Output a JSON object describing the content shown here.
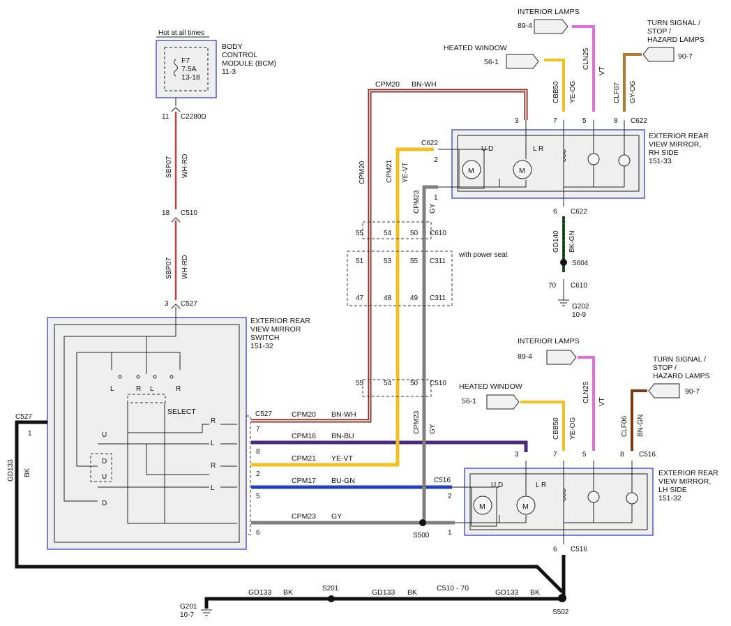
{
  "bcm": {
    "hot_label": "Hot at all times",
    "title_line1": "BODY",
    "title_line2": "CONTROL",
    "title_line3": "MODULE (BCM)",
    "ref": "11-3",
    "fuse_name": "F7",
    "fuse_rating": "7.5A",
    "fuse_ref": "13-18"
  },
  "upper_feed": {
    "pin_c2280d": "11",
    "c2280d": "C2280D",
    "circuit1": "SBP07",
    "color1": "WH-RD",
    "pin_c510": "18",
    "c510": "C510",
    "circuit2": "SBP07",
    "color2": "WH-RD",
    "pin_c527": "3",
    "c527": "C527"
  },
  "rh_mirror": {
    "title1": "EXTERIOR REAR",
    "title2": "VIEW MIRROR,",
    "title3": "RH SIDE",
    "ref": "151-33",
    "c622": "C622",
    "c622_left": "C622",
    "pin2": "2",
    "pin1": "1",
    "pin3": "3",
    "pin7": "7",
    "pin5": "5",
    "pin8": "8",
    "pin6": "6",
    "ud": "U D",
    "lr": "L R",
    "motor": "M",
    "motor2": "M"
  },
  "rh_top": {
    "interior_lamps": "INTERIOR LAMPS",
    "interior_ref": "89-4",
    "heated_window": "HEATED WINDOW",
    "heated_ref": "56-1",
    "turn1": "TURN SIGNAL /",
    "turn2": "STOP /",
    "turn3": "HAZARD LAMPS",
    "turn_ref": "90-7",
    "cbb50": "CBB50",
    "ye_og": "YE-OG",
    "cln25": "CLN25",
    "vt": "VT",
    "clf07": "CLF07",
    "gy_og": "GY-OG"
  },
  "rh_ground": {
    "c622": "C622",
    "gd140": "GD140",
    "bk_gn": "BK-GN",
    "s604": "S604",
    "pin70": "70",
    "c610": "C610",
    "g202": "G202",
    "g202_ref": "10-9"
  },
  "left_wires": {
    "cpm20": "CPM20",
    "bn_wh": "BN-WH",
    "cpm21": "CPM21",
    "ye_vt": "YE-VT",
    "cpm23": "CPM23",
    "gy": "GY"
  },
  "connectors": {
    "c610_top": "C610",
    "c311_a": "C311",
    "c311_b": "C311",
    "with_power_seat": "with power seat",
    "c510_bottom": "C510",
    "p55a": "55",
    "p54a": "54",
    "p50a": "50",
    "p51": "51",
    "p53": "53",
    "p55b": "55",
    "p47": "47",
    "p48": "48",
    "p49": "49",
    "p55c": "55",
    "p54c": "54",
    "p50c": "50"
  },
  "switch": {
    "title1": "EXTERIOR REAR",
    "title2": "VIEW MIRROR",
    "title3": "SWITCH",
    "ref": "151-32",
    "select": "SELECT",
    "l1": "L",
    "r1": "R",
    "l2": "L",
    "r2": "R",
    "u1": "U",
    "d1": "D",
    "u2": "U",
    "d2": "D",
    "out_r1": "R",
    "out_l1": "L",
    "out_r2": "R",
    "out_l2": "L"
  },
  "switch_outputs": [
    {
      "pin": "7",
      "circuit": "CPM20",
      "color": "BN-WH",
      "conn": "C527"
    },
    {
      "pin": "8",
      "circuit": "CPM16",
      "color": "BN-BU",
      "conn": ""
    },
    {
      "pin": "2",
      "circuit": "CPM21",
      "color": "YE-VT",
      "conn": ""
    },
    {
      "pin": "5",
      "circuit": "CPM17",
      "color": "BU-GN",
      "conn": ""
    },
    {
      "pin": "6",
      "circuit": "CPM23",
      "color": "GY",
      "conn": ""
    }
  ],
  "lh_mirror": {
    "title1": "EXTERIOR REAR",
    "title2": "VIEW MIRROR,",
    "title3": "LH SIDE",
    "ref": "151-32",
    "c516": "C516",
    "c516_left": "C516",
    "pin2": "2",
    "pin1": "1",
    "pin3": "3",
    "pin7": "7",
    "pin5": "5",
    "pin8": "8",
    "pin6": "6",
    "c516_bottom": "C516",
    "ud": "U D",
    "lr": "L R",
    "motor": "M",
    "motor2": "M",
    "s500": "S500"
  },
  "lh_top": {
    "interior_lamps": "INTERIOR LAMPS",
    "interior_ref": "89-4",
    "heated_window": "HEATED WINDOW",
    "heated_ref": "56-1",
    "turn1": "TURN SIGNAL /",
    "turn2": "STOP /",
    "turn3": "HAZARD LAMPS",
    "turn_ref": "90-7",
    "cbb50": "CBB50",
    "ye_og": "YE-OG",
    "cln25": "CLN25",
    "vt": "VT",
    "clf06": "CLF06",
    "bn_gn": "BN-GN"
  },
  "ground": {
    "c527": "C527",
    "pin1": "1",
    "gd133": "GD133",
    "bk": "BK",
    "g201": "G201",
    "g201_ref": "10-7",
    "gd133_a": "GD133",
    "bk_a": "BK",
    "s201": "S201",
    "gd133_b": "GD133",
    "bk_b": "BK",
    "c510_70": "C510  -  70",
    "gd133_c": "GD133",
    "bk_c": "BK",
    "s502": "S502"
  },
  "colors": {
    "bn_wh": "#8a2b22",
    "wh_rd": "#d23a3a",
    "ye": "#f0c020",
    "gy": "#808080",
    "vt": "#e070e0",
    "bu": "#2040c0",
    "bn_bu": "#4a2a7a",
    "bk_gn": "#1a5a1a",
    "gy_og": "#b07a30",
    "bn_gn": "#7a3a10",
    "black": "#111111",
    "frame_blue": "#3a3ad0"
  }
}
